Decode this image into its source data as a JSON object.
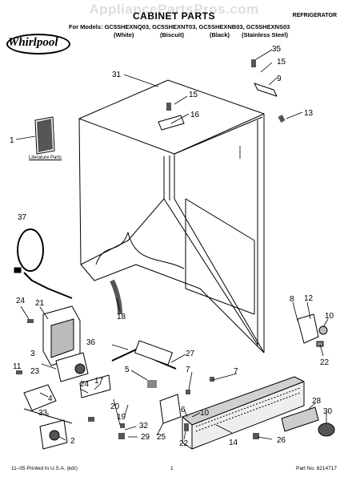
{
  "header": {
    "watermark": "AppliancePartsPros.com",
    "title": "CABINET PARTS",
    "category": "REFRIGERATOR",
    "models_line": "For Models: GC5SHEXNQ03, GC5SHEXNT03, GC5SHEXNB03, GC5SHEXNS03",
    "colors": [
      "(White)",
      "(Biscuit)",
      "(Black)",
      "(Stainless Steel)"
    ]
  },
  "brand": {
    "logo_text": "Whirlpool"
  },
  "diagram": {
    "literature_label": "Literature Parts",
    "callouts": [
      "35",
      "15",
      "9",
      "31",
      "15",
      "16",
      "13",
      "1",
      "37",
      "18",
      "24",
      "21",
      "8",
      "12",
      "10",
      "3",
      "36",
      "27",
      "11",
      "23",
      "5",
      "7",
      "7",
      "22",
      "4",
      "17",
      "24",
      "20",
      "19",
      "6",
      "10",
      "14",
      "28",
      "26",
      "30",
      "33",
      "32",
      "29",
      "25",
      "22",
      "2"
    ]
  },
  "footer": {
    "left": "11–05 Printed In U.S.A. (kdr)",
    "center": "1",
    "right": "Part No. 8214717"
  }
}
